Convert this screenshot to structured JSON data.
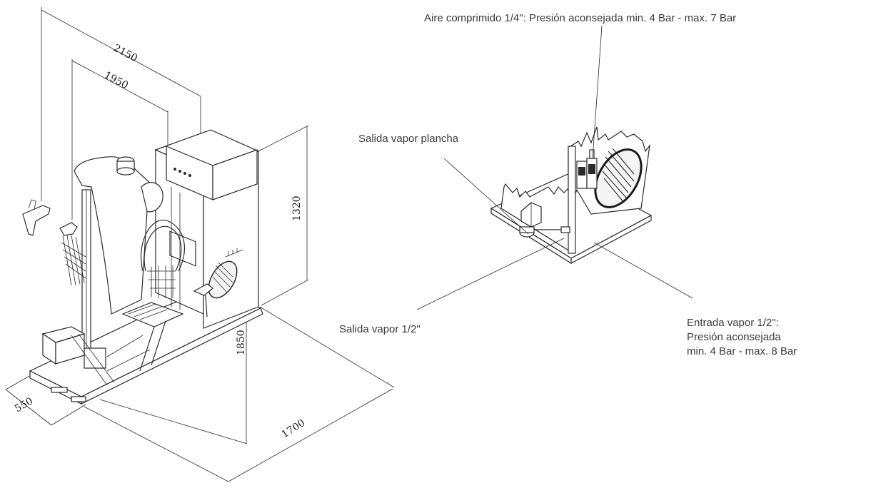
{
  "dimensions": {
    "overall_width": "2150",
    "inner_width": "1950",
    "height_top_unit": "1320",
    "total_height": "1850",
    "depth": "1700",
    "front_width": "550"
  },
  "callouts": {
    "compressed_air": "Aire comprimido 1/4\": Presión aconsejada min. 4 Bar - max. 7 Bar",
    "iron_steam_outlet": "Salida vapor plancha",
    "steam_outlet": "Salida vapor 1/2\"",
    "steam_inlet": {
      "line1": "Entrada vapor 1/2\":",
      "line2": "Presión aconsejada",
      "line3": "min. 4 Bar - max. 8 Bar"
    }
  }
}
